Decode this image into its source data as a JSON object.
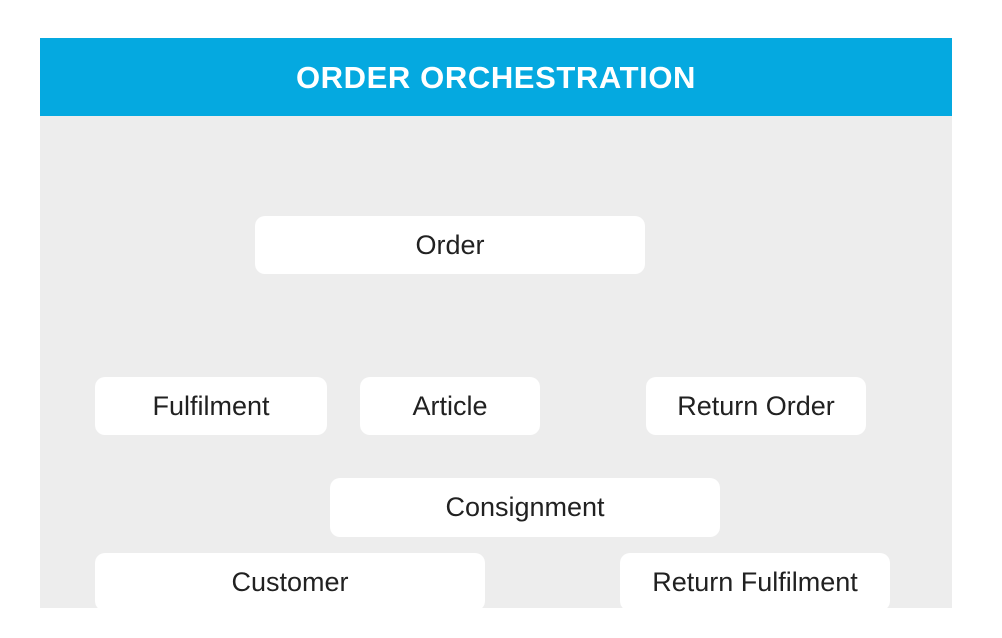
{
  "panel": {
    "title": "ORDER ORCHESTRATION",
    "header_color": "#05a9e0",
    "body_color": "#ededed",
    "box_color": "#ffffff",
    "text_color": "#212121",
    "title_color": "#ffffff"
  },
  "entities": {
    "order": {
      "label": "Order"
    },
    "fulfilment": {
      "label": "Fulfilment"
    },
    "article": {
      "label": "Article"
    },
    "return_order": {
      "label": "Return Order"
    },
    "consignment": {
      "label": "Consignment"
    },
    "customer": {
      "label": "Customer"
    },
    "return_fulfilment": {
      "label": "Return Fulfilment"
    }
  },
  "rows": [
    {
      "items": [
        "Order"
      ]
    },
    {
      "items": [
        "Fulfilment",
        "Article",
        "Return Order"
      ]
    },
    {
      "items": [
        "Consignment"
      ]
    },
    {
      "items": [
        "Customer",
        "Return Fulfilment"
      ]
    }
  ]
}
